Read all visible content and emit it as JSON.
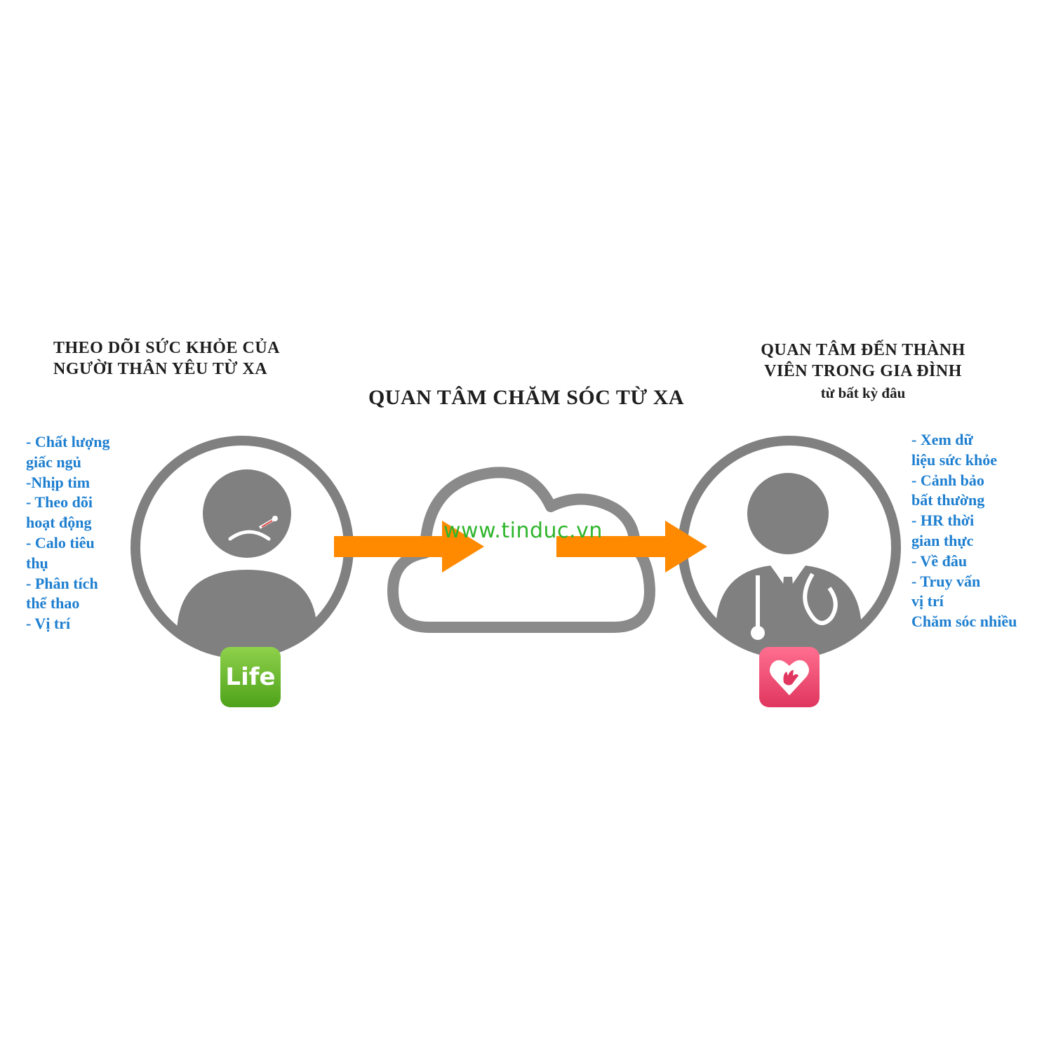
{
  "left_heading": [
    "THEO DÕI SỨC KHỎE CỦA",
    "NGƯỜI THÂN YÊU TỪ XA"
  ],
  "right_heading": [
    "QUAN TÂM ĐẾN THÀNH",
    "VIÊN TRONG GIA ĐÌNH"
  ],
  "right_subheading": "từ bất kỳ đâu",
  "center_title": "QUAN TÂM CHĂM SÓC TỪ XA",
  "left_features": [
    "- Chất lượng",
    "giấc ngủ",
    "-Nhịp tim",
    "- Theo dõi",
    "hoạt động",
    "- Calo tiêu",
    "thụ",
    "- Phân tích",
    "thể thao",
    "- Vị trí"
  ],
  "right_features": [
    "- Xem dữ",
    "liệu sức khỏe",
    "- Cảnh bảo",
    "bất thường",
    "- HR thời",
    "gian thực",
    "- Về đâu",
    "- Truy vấn",
    "vị trí",
    "Chăm sóc nhiều"
  ],
  "watermark": "www.tinduc.vn",
  "life_icon_text": "Life",
  "colors": {
    "icon_gray": "#808080",
    "arrow_orange": "#ff8a00",
    "feature_blue": "#1e7fd0",
    "watermark_green": "#2fb52d"
  },
  "icons": [
    "sad-patient-icon",
    "cloud-icon",
    "doctor-icon",
    "life-app-icon",
    "care-app-icon"
  ]
}
